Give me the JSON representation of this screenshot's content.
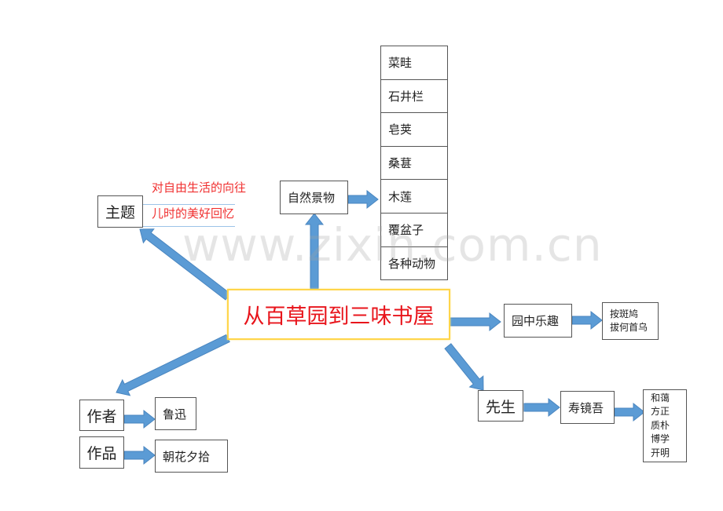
{
  "center": "从百草园到三味书屋",
  "theme": {
    "label": "主题",
    "items": [
      "对自由生活的向往",
      "儿时的美好回忆"
    ]
  },
  "nature": {
    "label": "自然景物",
    "items": [
      "菜畦",
      "石井栏",
      "皂荚",
      "桑葚",
      "木莲",
      "覆盆子",
      "各种动物"
    ]
  },
  "garden": {
    "label": "园中乐趣",
    "items": [
      "按斑鸠",
      "拔何首乌"
    ]
  },
  "teacher": {
    "label": "先生",
    "name": "寿镜吾",
    "traits": [
      "和蔼",
      "方正",
      "质朴",
      "博学",
      "开明"
    ]
  },
  "author": {
    "label": "作者",
    "value": "鲁迅"
  },
  "work": {
    "label": "作品",
    "value": "朝花夕拾"
  },
  "watermark": "www.zixin.com.cn",
  "colors": {
    "arrow": "#5b9bd5",
    "center_text": "#e8141b",
    "center_border": "#ffd54a"
  }
}
